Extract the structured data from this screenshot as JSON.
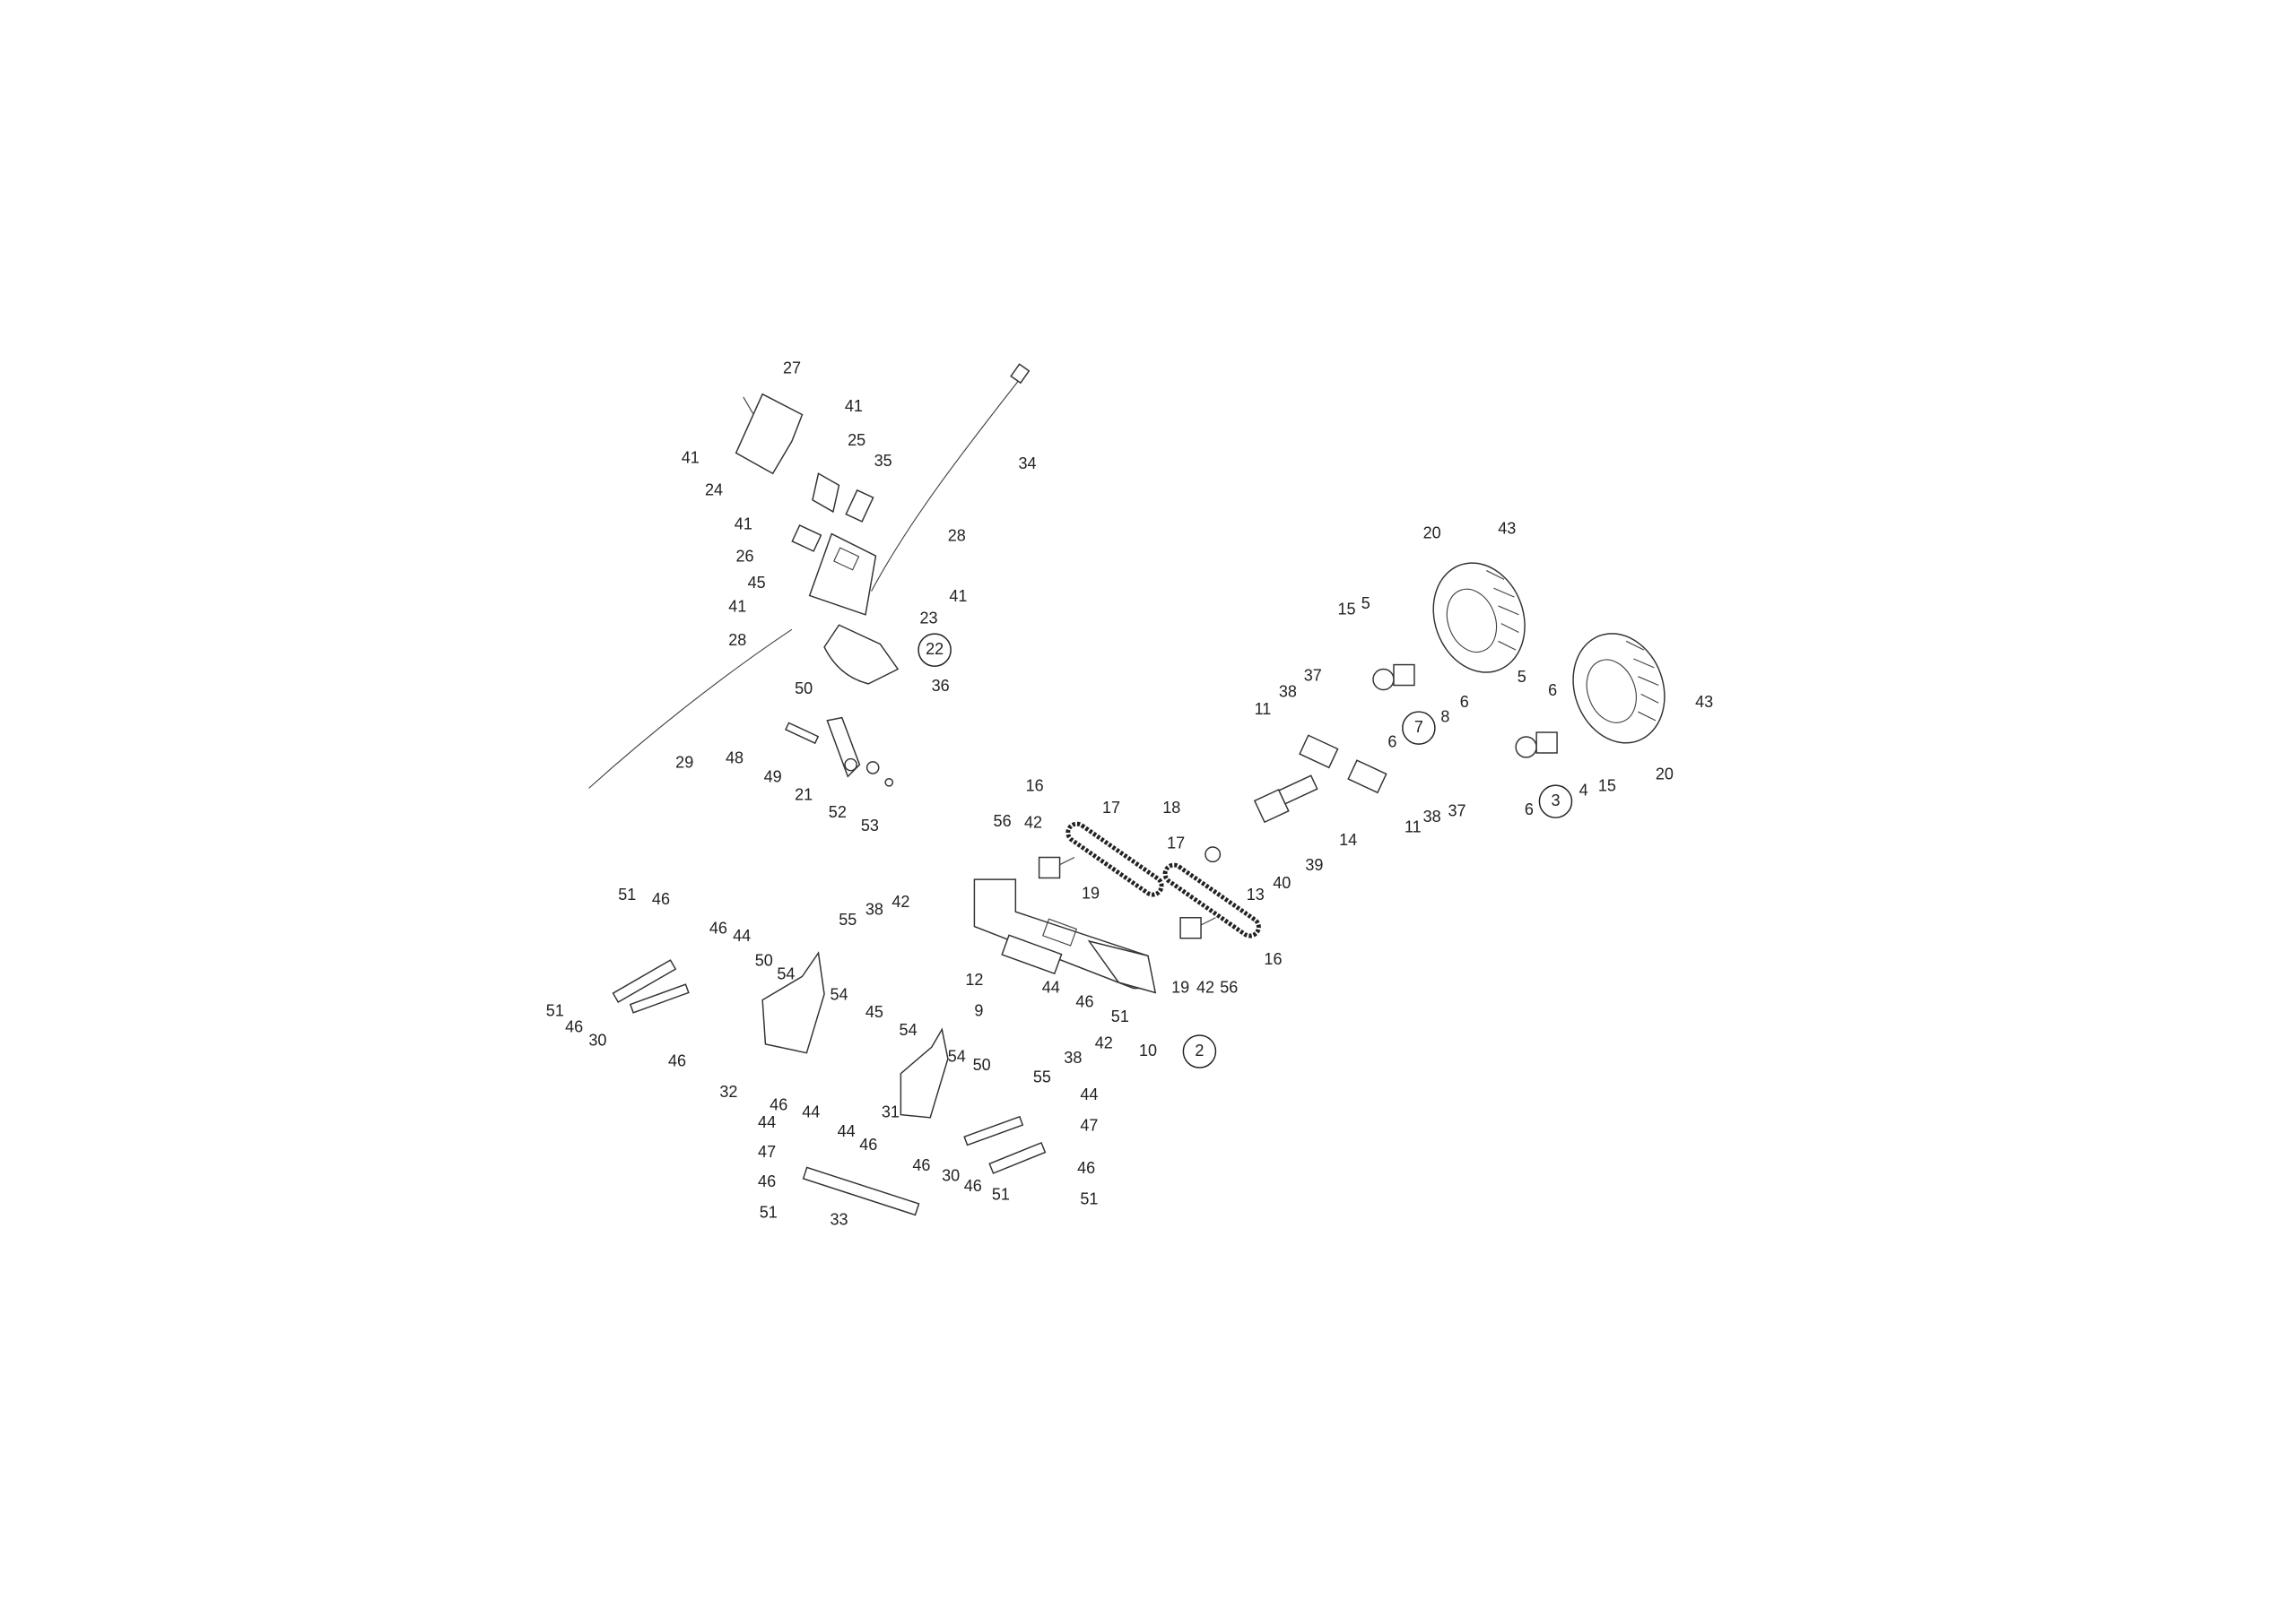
{
  "diagram": {
    "title": "Exploded parts diagram",
    "labels": [
      "27",
      "41",
      "41",
      "25",
      "35",
      "34",
      "24",
      "41",
      "26",
      "28",
      "45",
      "41",
      "41",
      "23",
      "28",
      "22",
      "50",
      "36",
      "29",
      "48",
      "49",
      "21",
      "52",
      "53",
      "20",
      "43",
      "15",
      "5",
      "6",
      "8",
      "7",
      "6",
      "37",
      "38",
      "11",
      "5",
      "6",
      "43",
      "20",
      "4",
      "15",
      "3",
      "6",
      "37",
      "38",
      "11",
      "14",
      "39",
      "40",
      "13",
      "16",
      "17",
      "18",
      "17",
      "56",
      "42",
      "19",
      "16",
      "19",
      "42",
      "56",
      "12",
      "9",
      "44",
      "46",
      "51",
      "10",
      "2",
      "42",
      "38",
      "55",
      "55",
      "38",
      "42",
      "51",
      "46",
      "46",
      "44",
      "50",
      "54",
      "51",
      "46",
      "30",
      "46",
      "54",
      "45",
      "54",
      "54",
      "50",
      "32",
      "46",
      "44",
      "44",
      "44",
      "46",
      "31",
      "47",
      "44",
      "47",
      "46",
      "30",
      "46",
      "51",
      "46",
      "51",
      "46",
      "51",
      "33"
    ],
    "circled": [
      "22",
      "7",
      "3",
      "2"
    ]
  }
}
